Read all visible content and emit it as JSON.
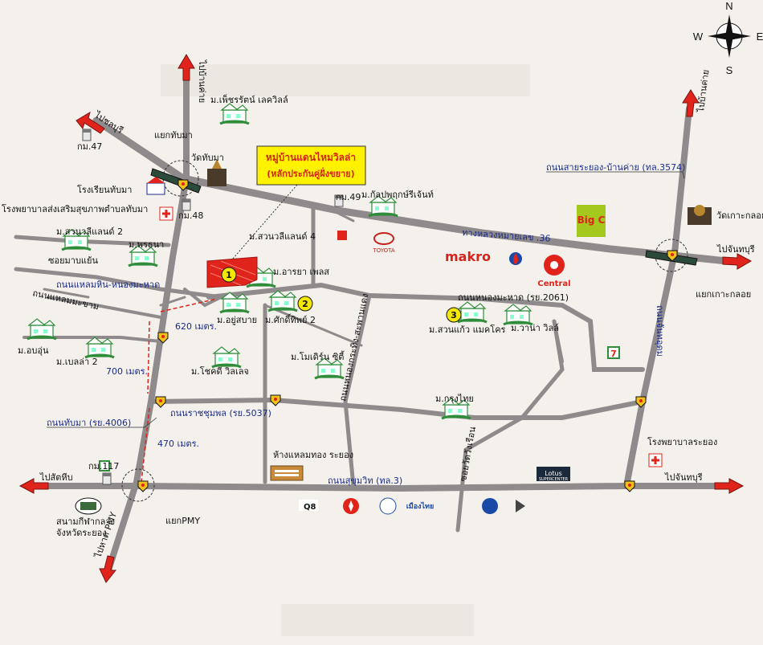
{
  "title": "หมู่บ้านแดนไหมวิลล่า",
  "subtitle": "(หลักประกันคู่ฝั่งขยาย)",
  "compass": {
    "n": "N",
    "s": "S",
    "e": "E",
    "w": "W"
  },
  "directions": {
    "to_chonburi": "ไปชลบุรี",
    "to_ban_khai": "ไปบ้านค่าย",
    "to_ban_khai_2": "ไปบ้านค่าย",
    "to_chanthaburi_1": "ไปจันทบุรี",
    "to_chanthaburi_2": "ไปจันทบุรี",
    "to_sattahip": "ไปสัตหีบ",
    "to_pmy_beach": "ไปหาด PMY"
  },
  "roads": {
    "highway36": "ทางหลวงหมายเลข .36",
    "rayong_bankhai": "ถนนสายระยอง-บ้านค่าย (ทล.3574)",
    "laemhin": "ถนนแหลมหิน-หนองมะหาด",
    "nongmahad": "ถนนหนองมะหาด (รย.2061)",
    "ratchaumphon": "ถนนราชชุมพล (รย.5037)",
    "thapma": "ถนนทับมา (รย.4006)",
    "sukhumvit": "ถนนสุขุมวิท (ทล.3)",
    "jantudom": "ถนนจันทอุดม",
    "soi_mabyang": "ซอยมาบแย้น",
    "laem_makham": "ถนนแหลมมะขาม",
    "nonghuayrong": "ถนนหนองกระทิง-สะพานแดง",
    "soi_wangchan": "ซอยวัดวังเรือน"
  },
  "places": {
    "km47": "กม.47",
    "km48": "กม.48",
    "km49": "กม.49",
    "km117": "กม.117",
    "junction_thapma": "แยกทับมา",
    "wat_thapma": "วัดทับมา",
    "school": "โรงเรียนทับมา",
    "hospital_local": "โรงพยาบาลส่งเสริมสุขภาพตำบลทับมา",
    "hospital_rayong": "โรงพยาบาลระยอง",
    "wat_kokloi": "วัดเกาะกลอย",
    "junction_kokloi": "แยกเกาะกลอย",
    "junction_pmy": "แยกPMY",
    "stadium": "สนามกีฬากลาง\nจังหวัดระยอง",
    "stadium_line1": "สนามกีฬากลาง",
    "stadium_line2": "จังหวัดระยอง",
    "mall": "ห้างแหลมทอง ระยอง",
    "m_petcharat": "ม.เพ็ชรรัตน์ เลควิลล์",
    "m_kanphruek": "ม.กัลปพฤกษ์รีเจ้นท์",
    "m_suanwalee2": "ม.สวนวลีแลนด์ 2",
    "m_suanwalee4": "ม.สวนวลีแลนด์ 4",
    "m_pornthana": "ม.พรธนา",
    "m_araya": "ม.อารยา เพลส",
    "m_yusabai": "ม.อยู่สบาย",
    "m_saksit2": "ม.ศักดิ์ทิพย์ 2",
    "m_suankaew": "ม.สวนแก้ว แมคโคร",
    "m_wana": "ม.วาน่า วิลล์",
    "m_aobun": "ม.อบอุ่น",
    "m_bella2": "ม.เบลล่า 2",
    "m_chokdee": "ม.โชคดี วิลเลจ",
    "m_modern": "ม.โมเดิร์น ซิตี้",
    "m_krungthai": "ม.กรุงไทย"
  },
  "distances": {
    "d620": "620 เมตร.",
    "d700": "700 เมตร.",
    "d470": "470 เมตร."
  },
  "markers": {
    "m1": "1",
    "m2": "2",
    "m3": "3"
  },
  "brands": {
    "makro": "makro",
    "central": "Central",
    "toyota": "TOYOTA",
    "bigc": "Big C",
    "lotus": "Lotus",
    "lotus_sub": "SUPERCENTER",
    "q8": "Q8",
    "muangthai": "เมืองไทย",
    "seven": "7"
  },
  "colors": {
    "road": "#8f8a8c",
    "road_edge": "#6f6a6c",
    "arrow": "#e0231b",
    "project": "#e0231b",
    "callout_bg": "#fff200",
    "callout_text": "#d8231b",
    "marker": "#f5e800",
    "road_label": "#1a2a8a",
    "house": "#2f8c3a"
  }
}
